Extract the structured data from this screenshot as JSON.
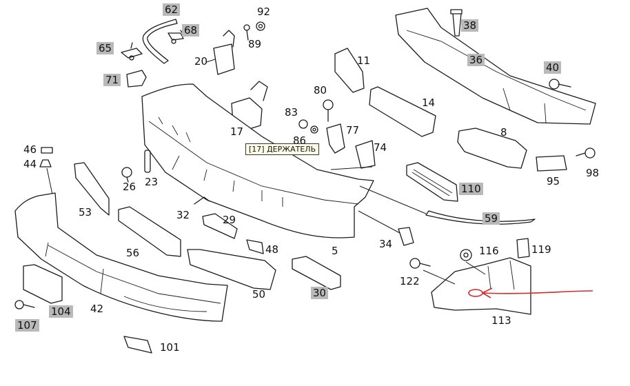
{
  "tooltip": {
    "text": "[17]  ДЕРЖАТЕЛЬ"
  },
  "annotation": {
    "arrow_color": "#d42a2a"
  },
  "highlight_color": "#b9b9b9",
  "callouts": [
    {
      "id": "62",
      "text": "62",
      "highlighted": true
    },
    {
      "id": "68",
      "text": "68",
      "highlighted": true
    },
    {
      "id": "65",
      "text": "65",
      "highlighted": true
    },
    {
      "id": "71",
      "text": "71",
      "highlighted": true
    },
    {
      "id": "20",
      "text": "20",
      "highlighted": false
    },
    {
      "id": "92",
      "text": "92",
      "highlighted": false
    },
    {
      "id": "89",
      "text": "89",
      "highlighted": false
    },
    {
      "id": "38",
      "text": "38",
      "highlighted": true
    },
    {
      "id": "36",
      "text": "36",
      "highlighted": true
    },
    {
      "id": "40",
      "text": "40",
      "highlighted": true
    },
    {
      "id": "11",
      "text": "11",
      "highlighted": false
    },
    {
      "id": "80",
      "text": "80",
      "highlighted": false
    },
    {
      "id": "14",
      "text": "14",
      "highlighted": false
    },
    {
      "id": "83",
      "text": "83",
      "highlighted": false
    },
    {
      "id": "86",
      "text": "86",
      "highlighted": false
    },
    {
      "id": "77",
      "text": "77",
      "highlighted": false
    },
    {
      "id": "17",
      "text": "17",
      "highlighted": false
    },
    {
      "id": "8",
      "text": "8",
      "highlighted": false
    },
    {
      "id": "74",
      "text": "74",
      "highlighted": false
    },
    {
      "id": "46",
      "text": "46",
      "highlighted": false
    },
    {
      "id": "44",
      "text": "44",
      "highlighted": false
    },
    {
      "id": "26",
      "text": "26",
      "highlighted": false
    },
    {
      "id": "23",
      "text": "23",
      "highlighted": false
    },
    {
      "id": "95",
      "text": "95",
      "highlighted": false
    },
    {
      "id": "98",
      "text": "98",
      "highlighted": false
    },
    {
      "id": "110",
      "text": "110",
      "highlighted": true
    },
    {
      "id": "53",
      "text": "53",
      "highlighted": false
    },
    {
      "id": "32",
      "text": "32",
      "highlighted": false
    },
    {
      "id": "29",
      "text": "29",
      "highlighted": false
    },
    {
      "id": "59",
      "text": "59",
      "highlighted": true
    },
    {
      "id": "56",
      "text": "56",
      "highlighted": false
    },
    {
      "id": "48",
      "text": "48",
      "highlighted": false
    },
    {
      "id": "5",
      "text": "5",
      "highlighted": false
    },
    {
      "id": "34",
      "text": "34",
      "highlighted": false
    },
    {
      "id": "116",
      "text": "116",
      "highlighted": false
    },
    {
      "id": "119",
      "text": "119",
      "highlighted": false
    },
    {
      "id": "122",
      "text": "122",
      "highlighted": false
    },
    {
      "id": "50",
      "text": "50",
      "highlighted": false
    },
    {
      "id": "30",
      "text": "30",
      "highlighted": true
    },
    {
      "id": "42",
      "text": "42",
      "highlighted": false
    },
    {
      "id": "104",
      "text": "104",
      "highlighted": true
    },
    {
      "id": "107",
      "text": "107",
      "highlighted": true
    },
    {
      "id": "113",
      "text": "113",
      "highlighted": false
    },
    {
      "id": "101",
      "text": "101",
      "highlighted": false
    }
  ]
}
